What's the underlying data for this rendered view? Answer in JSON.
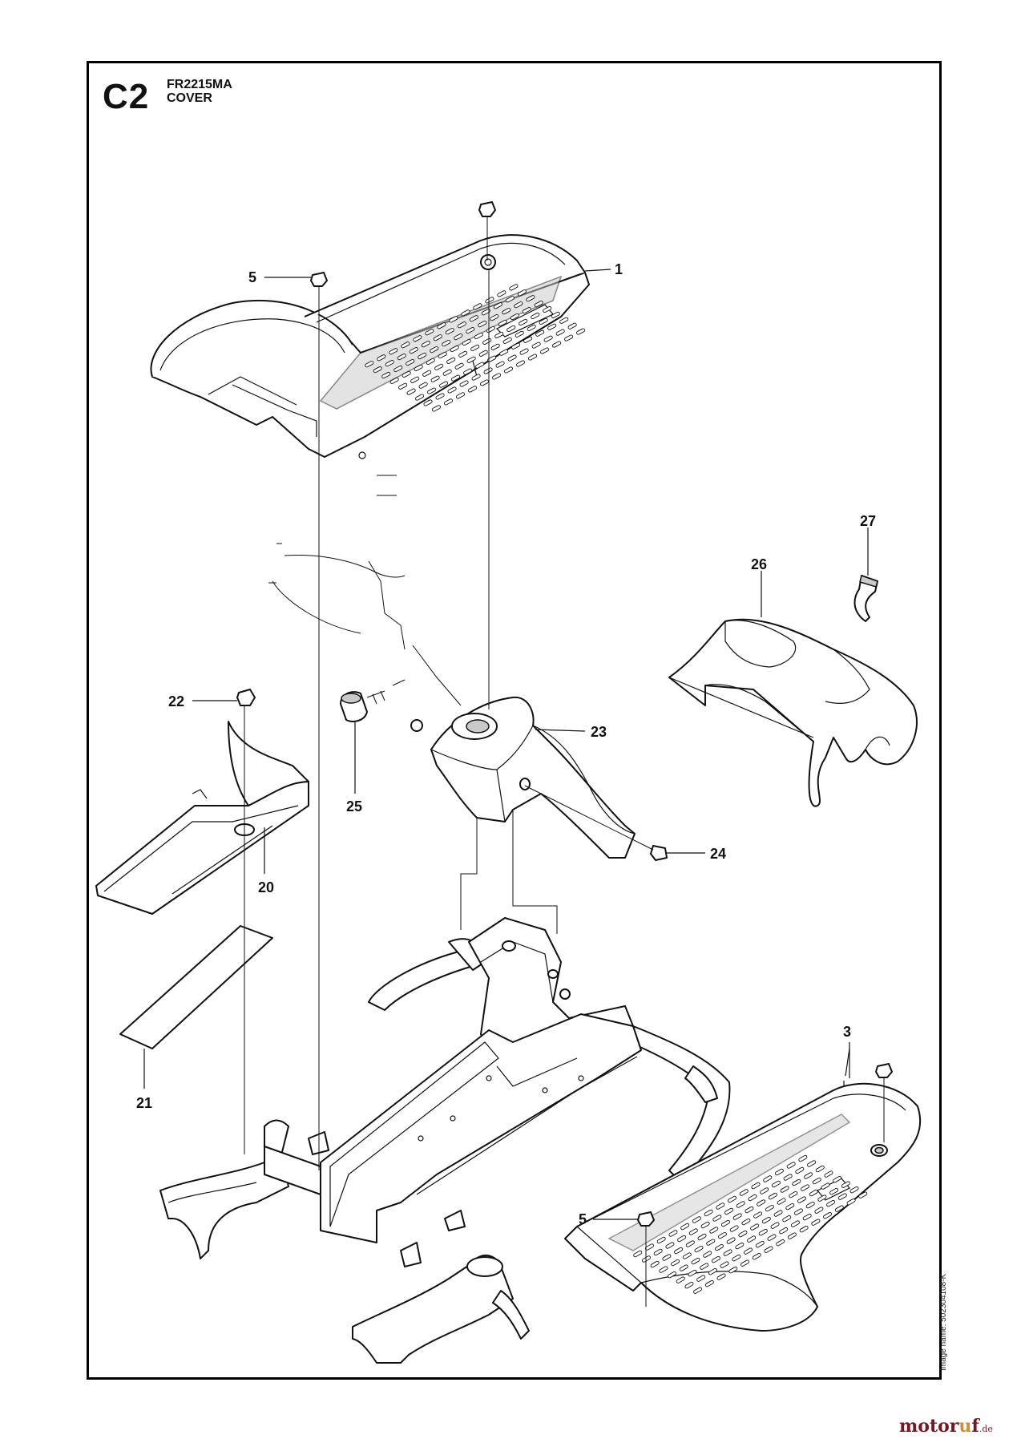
{
  "header": {
    "section_code": "C2",
    "model": "FR2215MA",
    "subtitle": "COVER"
  },
  "footer": {
    "image_name": "Image name: 502304108-K"
  },
  "watermark": {
    "brand_a": "moto",
    "brand_b": "r",
    "brand_c": "u",
    "brand_d": "f",
    "tld": ".de"
  },
  "callouts": {
    "c1": "1",
    "c3": "3",
    "c5a": "5",
    "c5b": "5",
    "c20": "20",
    "c21": "21",
    "c22": "22",
    "c23": "23",
    "c24": "24",
    "c25": "25",
    "c26": "26",
    "c27": "27"
  }
}
